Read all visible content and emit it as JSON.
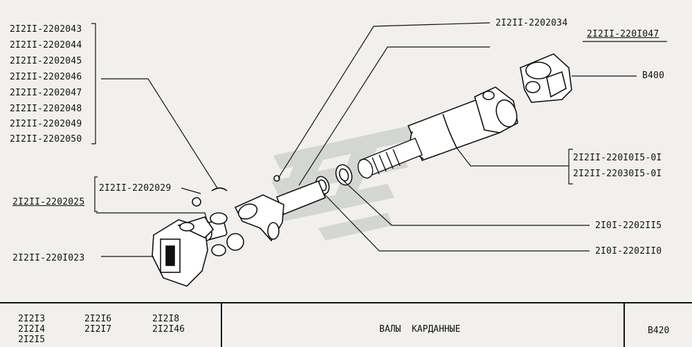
{
  "callouts": {
    "group_left": [
      "2I2II-2202043",
      "2I2II-2202044",
      "2I2II-2202045",
      "2I2II-2202046",
      "2I2II-2202047",
      "2I2II-2202048",
      "2I2II-2202049",
      "2I2II-2202050"
    ],
    "p_2202029": "2I2II-2202029",
    "p_2202025": "2I2II-2202025",
    "p_2201023": "2I2II-220I023",
    "p_2202034": "2I2II-2202034",
    "p_2201047": "2I2II-220I047",
    "p_b400": "B400",
    "p_220101501": "2I2II-220I0I5-0I",
    "p_220301501": "2I2II-22030I5-0I",
    "p_2202115": "2I0I-2202II5",
    "p_2202110": "2I0I-2202II0"
  },
  "footer": {
    "models_col1": [
      "2I2I3",
      "2I2I4",
      "2I2I5"
    ],
    "models_col2": [
      "2I2I6",
      "2I2I7"
    ],
    "models_col3": [
      "2I2I8",
      "2I2I46"
    ],
    "title": "ВАЛЫ  КАРДАННЫЕ",
    "sheet_code": "B420"
  },
  "colors": {
    "ink": "#111111",
    "paper": "#f1f0ee",
    "watermark": "#cfd2cf"
  }
}
